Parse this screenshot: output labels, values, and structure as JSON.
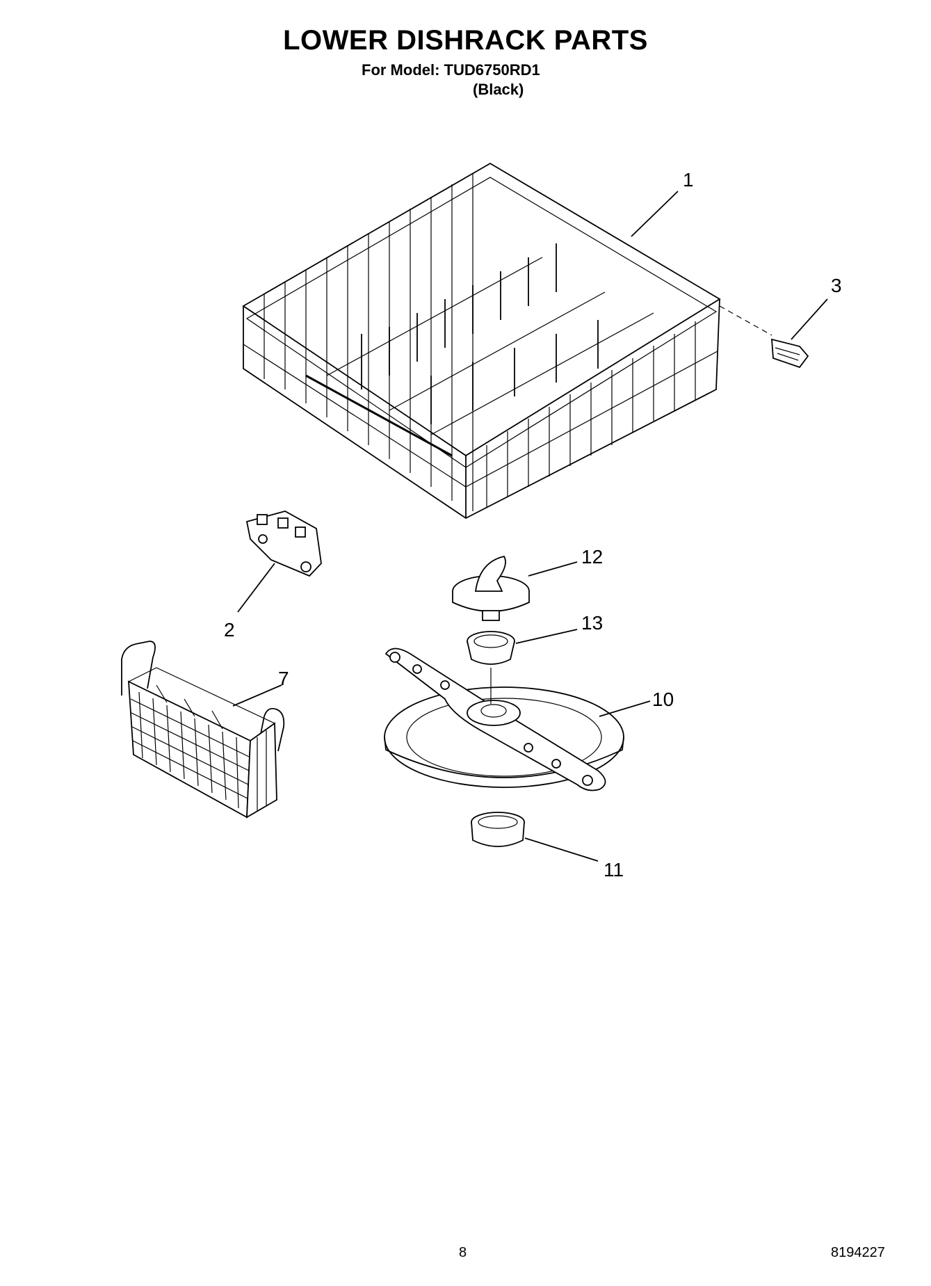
{
  "header": {
    "title": "LOWER DISHRACK PARTS",
    "model_line": "For Model: TUD6750RD1",
    "color_line": "(Black)"
  },
  "callouts": {
    "c1": "1",
    "c2": "2",
    "c3": "3",
    "c7": "7",
    "c10": "10",
    "c11": "11",
    "c12": "12",
    "c13": "13"
  },
  "footer": {
    "page_number": "8",
    "document_number": "8194227"
  }
}
